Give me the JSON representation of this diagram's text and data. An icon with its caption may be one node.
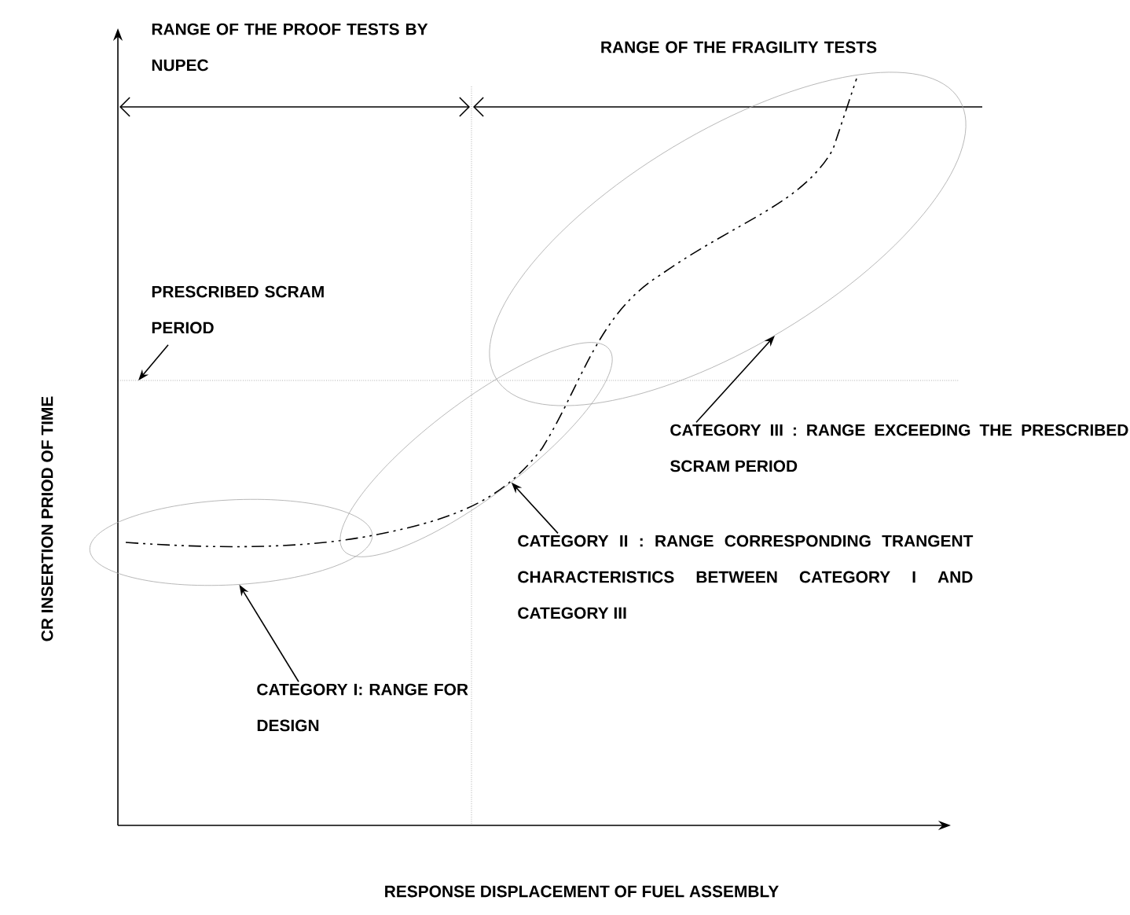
{
  "diagram": {
    "nodes": [
      {
        "text": [
          "RANGE OF THE PROOF TESTS BY NUPEC"
        ]
      },
      {
        "text": [
          "RANGE OF THE FRAGILITY TESTS"
        ]
      },
      {
        "text": [
          "PRESCRIBED SCRAM PERIOD"
        ]
      },
      {
        "text": [],
        "shape": "ellipse"
      },
      {
        "text": [],
        "shape": "ellipse"
      },
      {
        "text": [],
        "shape": "ellipse"
      },
      {
        "text": [
          "CATEGORY III : RANGE EXCEEDING THE PRESCRIBED SCRAM PERIOD"
        ]
      },
      {
        "text": [
          "CATEGORY II : RANGE CORRESPONDING TRANGENT CHARACTERISTICS BETWEEN CATEGORY I AND CATEGORY III"
        ]
      },
      {
        "text": [
          "CATEGORY I: RANGE FOR DESIGN"
        ]
      }
    ],
    "edges": [
      {
        "from": 2,
        "to": null,
        "arrow": "to"
      },
      {
        "from": 6,
        "to": 5,
        "arrow": "to"
      },
      {
        "from": 7,
        "to": 4,
        "arrow": "to"
      },
      {
        "from": 8,
        "to": 3,
        "arrow": "to"
      }
    ],
    "labels": [
      "CR INSERTION PRIOD OF TIME",
      "RESPONSE DISPLACEMENT OF FUEL ASSEMBLY"
    ]
  }
}
